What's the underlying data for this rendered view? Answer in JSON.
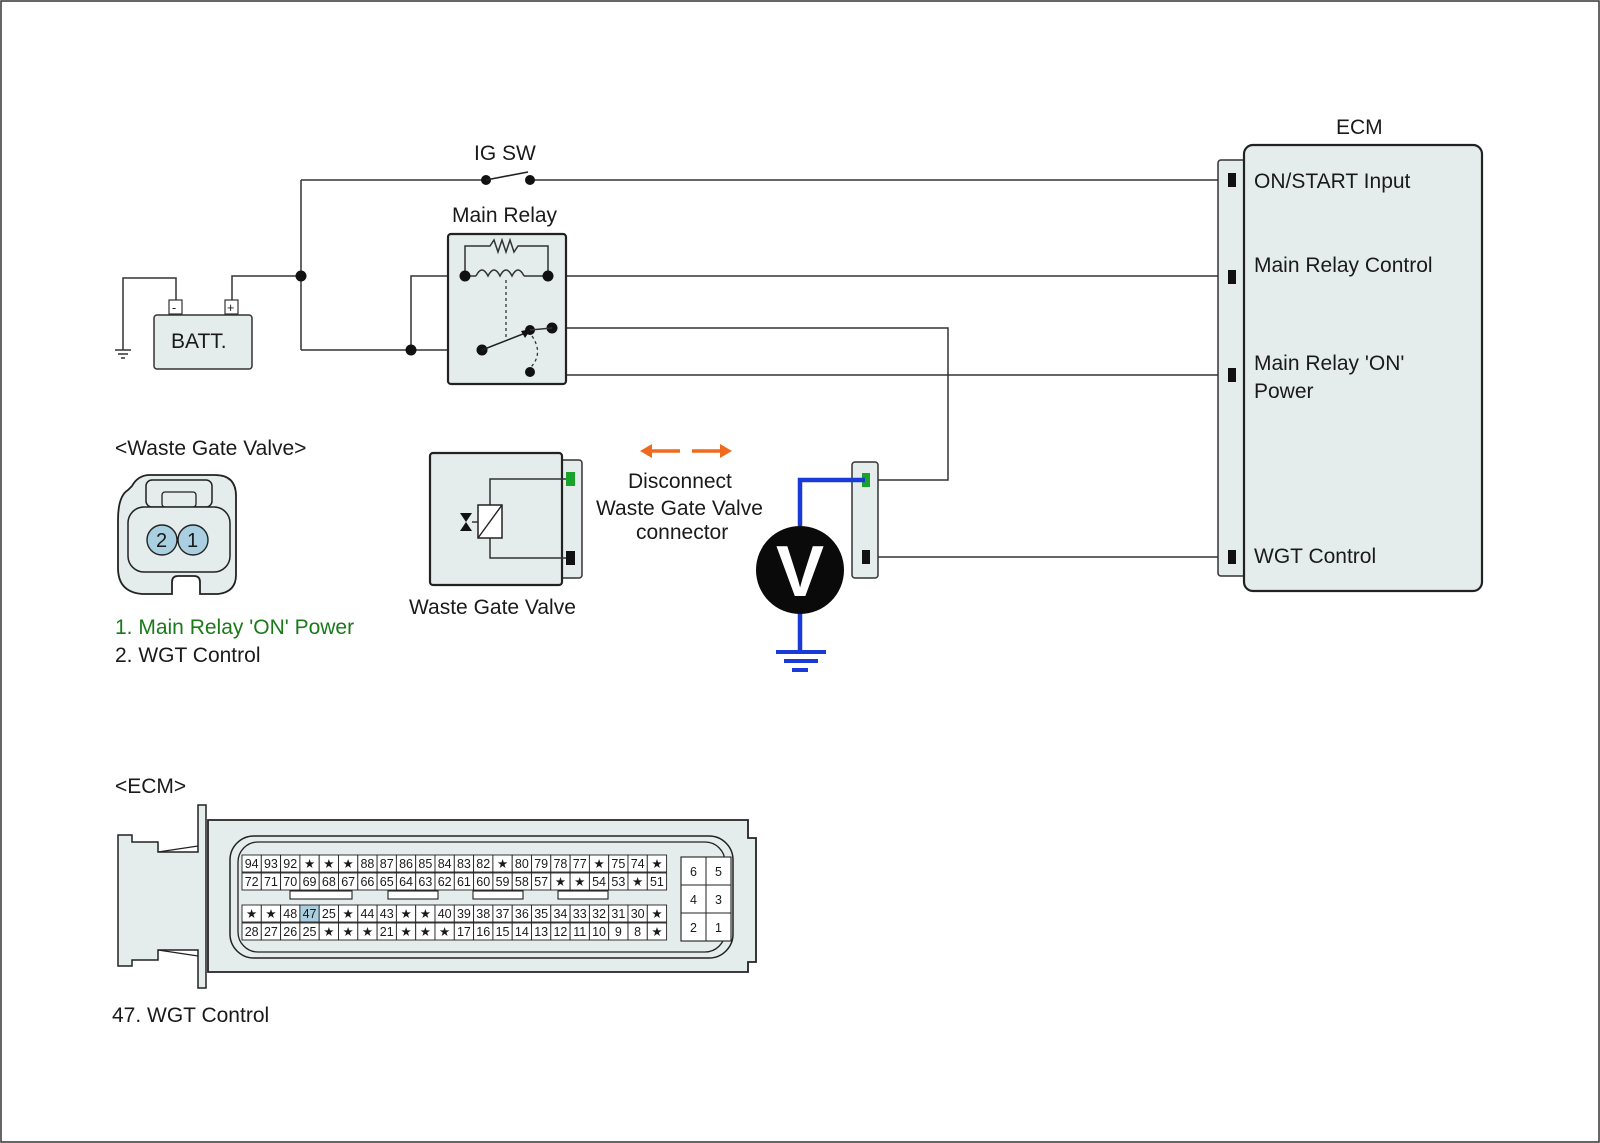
{
  "labels": {
    "ig_sw": "IG SW",
    "main_relay": "Main Relay",
    "batt": "BATT.",
    "batt_neg": "-",
    "batt_pos": "+",
    "ecm_title": "ECM",
    "ecm_on_start": "ON/START Input",
    "ecm_main_relay_control": "Main Relay Control",
    "ecm_main_relay_on_line1": "Main Relay 'ON'",
    "ecm_main_relay_on_line2": "Power",
    "ecm_wgt_control": "WGT Control",
    "wgv_header": "<Waste Gate Valve>",
    "wgv_pin1": "1",
    "wgv_pin2": "2",
    "wgv_legend1": "1. Main Relay 'ON' Power",
    "wgv_legend2": "2. WGT Control",
    "wgv_component": "Waste Gate Valve",
    "disconnect_line1": "Disconnect",
    "disconnect_line2": "Waste Gate Valve",
    "disconnect_line3": "connector",
    "voltmeter": "V",
    "ecm_header": "<ECM>",
    "ecm_legend": "47. WGT Control"
  },
  "ecm_connector": {
    "highlight": "47",
    "row1": [
      "94",
      "93",
      "92",
      "★",
      "★",
      "★",
      "88",
      "87",
      "86",
      "85",
      "84",
      "83",
      "82",
      "★",
      "80",
      "79",
      "78",
      "77",
      "★",
      "75",
      "74",
      "★"
    ],
    "row2": [
      "72",
      "71",
      "70",
      "69",
      "68",
      "67",
      "66",
      "65",
      "64",
      "63",
      "62",
      "61",
      "60",
      "59",
      "58",
      "57",
      "★",
      "★",
      "54",
      "53",
      "★",
      "51"
    ],
    "row3": [
      "★",
      "★",
      "48",
      "47",
      "25",
      "★",
      "44",
      "43",
      "★",
      "★",
      "40",
      "39",
      "38",
      "37",
      "36",
      "35",
      "34",
      "33",
      "32",
      "31",
      "30",
      "★"
    ],
    "row4": [
      "28",
      "27",
      "26",
      "25",
      "★",
      "★",
      "★",
      "21",
      "★",
      "★",
      "★",
      "17",
      "16",
      "15",
      "14",
      "13",
      "12",
      "11",
      "10",
      "9",
      "8",
      "★"
    ],
    "side": [
      [
        "6",
        "5"
      ],
      [
        "4",
        "3"
      ],
      [
        "2",
        "1"
      ]
    ]
  },
  "colors": {
    "highlight_cell": "#a9cfe0",
    "legend_green": "#1a7a1a",
    "meter_wire": "#1a3ad6",
    "arrow": "#f06a1e",
    "pin_green": "#1aa32a"
  }
}
